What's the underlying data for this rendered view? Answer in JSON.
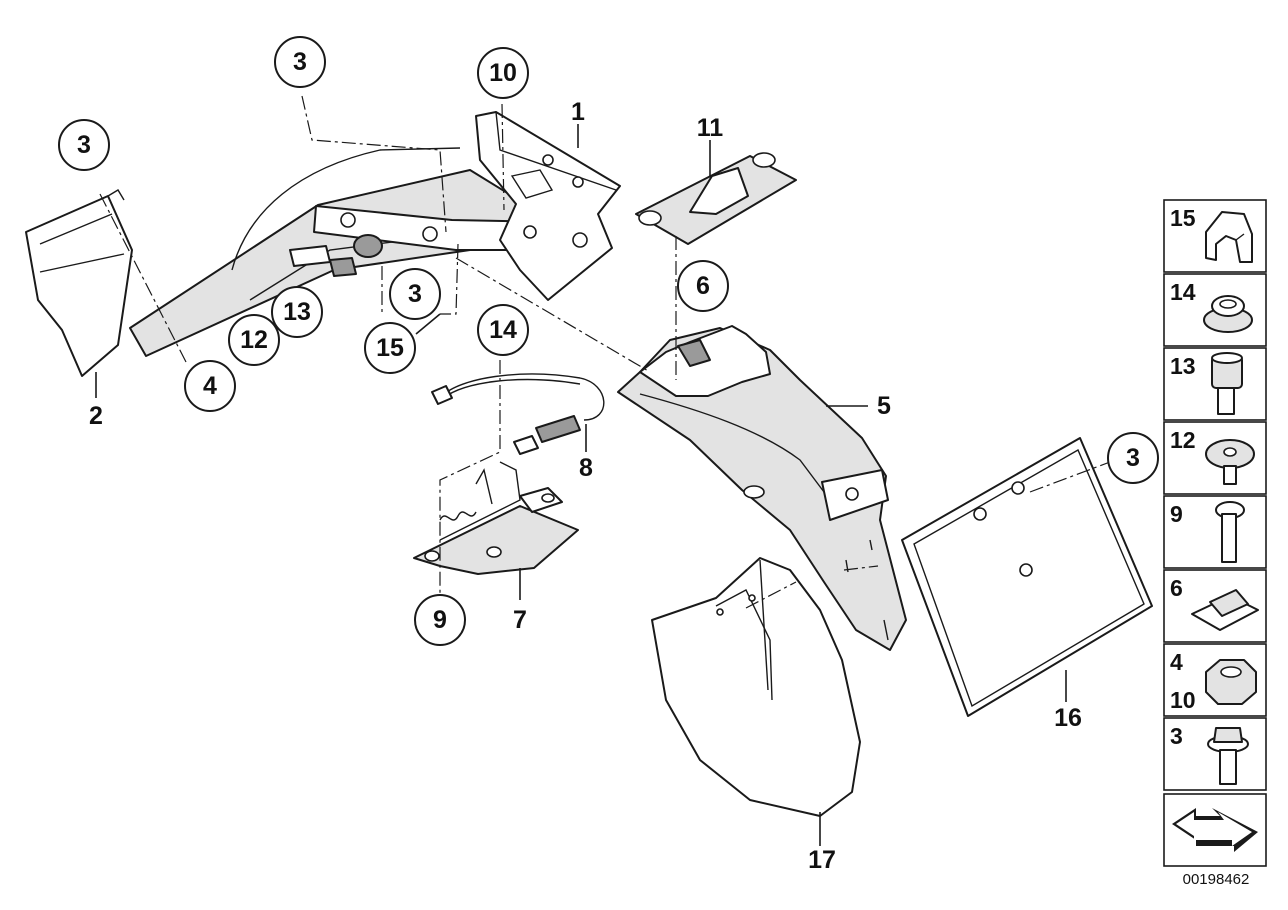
{
  "callouts": [
    {
      "id": "c3a",
      "text": "3"
    },
    {
      "id": "c3b",
      "text": "3"
    },
    {
      "id": "c10",
      "text": "10"
    },
    {
      "id": "c6",
      "text": "6"
    },
    {
      "id": "c3c",
      "text": "3"
    },
    {
      "id": "c13",
      "text": "13"
    },
    {
      "id": "c12",
      "text": "12"
    },
    {
      "id": "c15",
      "text": "15"
    },
    {
      "id": "c14",
      "text": "14"
    },
    {
      "id": "c4",
      "text": "4"
    },
    {
      "id": "c9",
      "text": "9"
    },
    {
      "id": "c3d",
      "text": "3"
    }
  ],
  "labels": [
    {
      "id": "l1",
      "text": "1"
    },
    {
      "id": "l11",
      "text": "11"
    },
    {
      "id": "l2",
      "text": "2"
    },
    {
      "id": "l5",
      "text": "5"
    },
    {
      "id": "l8",
      "text": "8"
    },
    {
      "id": "l7",
      "text": "7"
    },
    {
      "id": "l16",
      "text": "16"
    },
    {
      "id": "l17",
      "text": "17"
    }
  ],
  "legend": {
    "items": [
      {
        "numbers": [
          "15"
        ],
        "icon": "clip-icon"
      },
      {
        "numbers": [
          "14"
        ],
        "icon": "grommet-icon"
      },
      {
        "numbers": [
          "13"
        ],
        "icon": "hex-socket-screw-icon"
      },
      {
        "numbers": [
          "12"
        ],
        "icon": "spring-nut-icon"
      },
      {
        "numbers": [
          "9"
        ],
        "icon": "oval-head-screw-icon"
      },
      {
        "numbers": [
          "6"
        ],
        "icon": "speed-nut-icon"
      },
      {
        "numbers": [
          "4",
          "10"
        ],
        "icon": "hex-nut-icon"
      },
      {
        "numbers": [
          "3"
        ],
        "icon": "hex-flange-bolt-icon"
      }
    ],
    "direction_icon": "arrow-icon"
  },
  "doc_id": "00198462"
}
